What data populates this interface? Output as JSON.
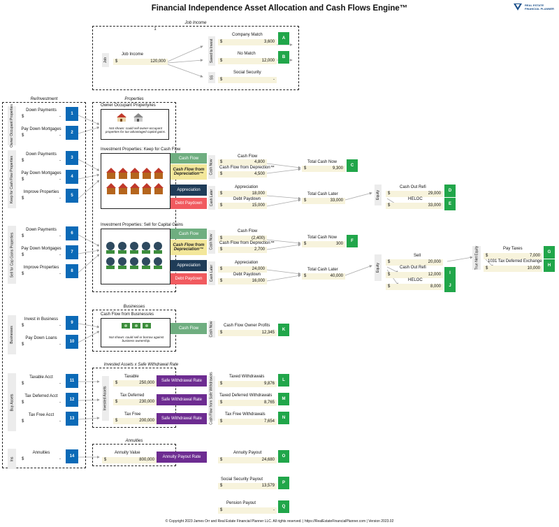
{
  "title": "Financial Independence Asset Allocation and Cash Flows Engine™",
  "logo_text": [
    "REAL ESTATE",
    "FINANCIAL PLANNER"
  ],
  "footer": "© Copyright 2023 James Orr and Real Estate Financial Planner LLC. All rights reserved. | https://RealEstateFinancialPlanner.com | Version 2023.02",
  "colors": {
    "blue": "#0b6ab7",
    "green": "#21a64a",
    "purple": "#6d2c91",
    "navy": "#1f3c58",
    "red": "#f15a5f",
    "sage": "#6fae80"
  },
  "job": {
    "section": "Job Income",
    "number": "1",
    "side_label": "Job",
    "income_label": "Job Income",
    "income_value": "120,000",
    "saved_label": "Saved to Invest",
    "ss_side": "SS",
    "company_match": "Company Match",
    "company_match_value": "3,600",
    "company_badge": "A",
    "no_match": "No Match",
    "no_match_value": "12,000",
    "no_match_badge": "B",
    "social_security": "Social Security",
    "social_security_value": "-"
  },
  "reinvest": {
    "section": "Re/Investment",
    "groups": [
      {
        "label": "Owner Occupant Properties",
        "items": [
          {
            "name": "Down Payments",
            "value": "-",
            "num": "1"
          },
          {
            "name": "Pay Down Mortgages",
            "value": "-",
            "num": "2"
          }
        ]
      },
      {
        "label": "Keep for Cash Flow Properties",
        "items": [
          {
            "name": "Down Payments",
            "value": "-",
            "num": "3"
          },
          {
            "name": "Pay Down Mortgages",
            "value": "-",
            "num": "4"
          },
          {
            "name": "Improve Properties",
            "value": "-",
            "num": "5"
          }
        ]
      },
      {
        "label": "Sell for Cap Gains Properties",
        "items": [
          {
            "name": "Down Payments",
            "value": "-",
            "num": "6"
          },
          {
            "name": "Pay Down Mortgages",
            "value": "-",
            "num": "7"
          },
          {
            "name": "Improve Properties",
            "value": "-",
            "num": "8"
          }
        ]
      },
      {
        "label": "Businesses",
        "items": [
          {
            "name": "Invest in Business",
            "value": "-",
            "num": "9"
          },
          {
            "name": "Pay Down Loans",
            "value": "-",
            "num": "10"
          }
        ]
      },
      {
        "label": "Buy Assets",
        "items": [
          {
            "name": "Taxable Acct",
            "value": "-",
            "num": "11"
          },
          {
            "name": "Tax Deferred Acct",
            "value": "-",
            "num": "12"
          },
          {
            "name": "Tax Free Acct",
            "value": "-",
            "num": "13"
          }
        ]
      },
      {
        "label": "Ins",
        "items": [
          {
            "name": "Annuities",
            "value": "-",
            "num": "14"
          }
        ]
      }
    ]
  },
  "properties": {
    "section": "Properties",
    "owner_title": "Owner Occupant Property/ies",
    "owner_note": "Not shown: could sell owner-occupant properties for tax-advantaged capital gains.",
    "keep_title": "Investment Properties: Keep for Cash Flow",
    "sell_title": "Investment Properties: Sell for Capital Gains",
    "tag_cash_flow": "Cash Flow",
    "tag_depreciation": "Cash Flow from Depreciation™",
    "tag_appreciation": "Appreciation",
    "tag_debt": "Debt Paydown"
  },
  "keep": {
    "cash_now": "Cash Now",
    "cash_later": "Cash Later",
    "cash_flow": "Cash Flow",
    "cash_flow_value": "4,800",
    "cf_dep": "Cash Flow from Deprection™",
    "cf_dep_value": "4,500",
    "total_now": "Total Cash Now",
    "total_now_value": "9,300",
    "badge_c": "C",
    "appreciation": "Appreciation",
    "appreciation_value": "18,000",
    "debt": "Debt Paydown",
    "debt_value": "15,000",
    "total_later": "Total Cash Later",
    "total_later_value": "33,000",
    "equity": "Equity",
    "refi": "Cash Out Refi",
    "refi_value": "29,000",
    "badge_d": "D",
    "heloc": "HELOC",
    "heloc_value": "33,000",
    "badge_e": "E"
  },
  "sell": {
    "cash_now": "Cash Now",
    "cash_later": "Cash Later",
    "cash_flow": "Cash Flow",
    "cash_flow_value": "(2,400)",
    "cf_dep": "Cash Flow from Deprection™",
    "cf_dep_value": "2,700",
    "total_now": "Total Cash Now",
    "total_now_value": "300",
    "badge_f": "F",
    "appreciation": "Appreciation",
    "appreciation_value": "24,000",
    "debt": "Debt Paydown",
    "debt_value": "16,000",
    "total_later": "Total Cash Later",
    "total_later_value": "40,000",
    "equity": "Equity",
    "sell_label": "Sell",
    "sell_value": "20,000",
    "refi": "Cash Out Refi",
    "refi_value": "12,000",
    "badge_i": "I",
    "heloc": "HELOC",
    "heloc_value": "8,000",
    "badge_j": "J",
    "true_net": "True Net Equity",
    "pay_taxes": "Pay Taxes",
    "pay_taxes_value": "7,000",
    "badge_g": "G",
    "exchange": "1031 Tax Deferred Exchange",
    "exchange_value": "10,000",
    "badge_h": "H"
  },
  "business": {
    "section": "Businesses",
    "title": "Cash Flow from Business/es",
    "note": "Not shown: could sell or borrow against business ownership.",
    "tag": "Cash Flow",
    "cash_now": "Cash Now",
    "profits": "Cash Flow Owner Profits",
    "profits_value": "12,345",
    "badge": "K"
  },
  "invested": {
    "section": "Invested Assets x Safe Withdrawal Rate",
    "side": "Invested Assets",
    "cf_side": "Cash Flow from Safe Withdrawals",
    "swr": "Safe Withdrawal Rate",
    "rows": [
      {
        "name": "Taxable",
        "value": "250,000",
        "out": "Taxed Withdrawals",
        "out_value": "9,876",
        "badge": "L"
      },
      {
        "name": "Tax Deferred",
        "value": "230,000",
        "out": "Taxed Deferred Withdrawals",
        "out_value": "8,765",
        "badge": "M"
      },
      {
        "name": "Tax Free",
        "value": "200,000",
        "out": "Tax Free Withdrawals",
        "out_value": "7,654",
        "badge": "N"
      }
    ]
  },
  "annuities": {
    "section": "Annuities",
    "value_label": "Annuity Value",
    "value": "800,000",
    "rate": "Annuity Payout Rate",
    "payout": "Annuity Payout",
    "payout_value": "24,680",
    "badge": "O"
  },
  "ss_payout": {
    "label": "Social Security Payout",
    "value": "13,579",
    "badge": "P"
  },
  "pension": {
    "label": "Pension Payout",
    "value": "-",
    "badge": "Q"
  },
  "currency": "$"
}
